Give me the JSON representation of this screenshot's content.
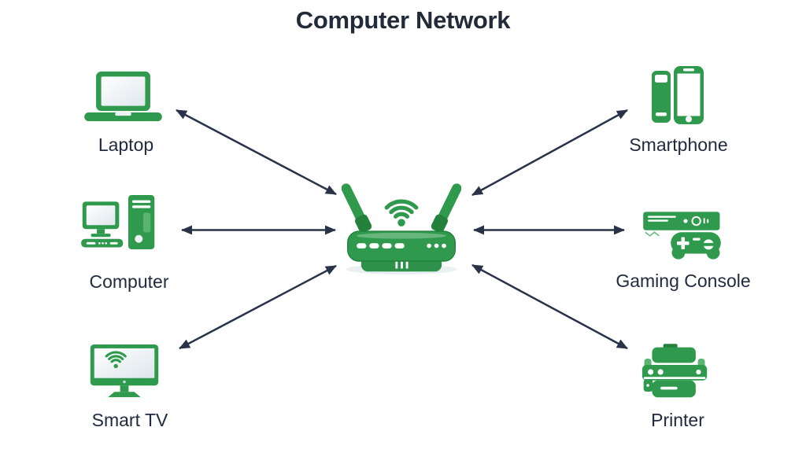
{
  "title": "Computer Network",
  "colors": {
    "green": "#2f9a4d",
    "green_dark": "#23813c",
    "green_light": "#5ab573",
    "ink": "#283349",
    "text": "#202b3e",
    "background": "#ffffff"
  },
  "hub": {
    "id": "router",
    "icon": "wifi-router-icon"
  },
  "nodes": [
    {
      "id": "laptop",
      "label": "Laptop",
      "icon": "laptop-icon",
      "side": "left"
    },
    {
      "id": "computer",
      "label": "Computer",
      "icon": "desktop-computer-icon",
      "side": "left"
    },
    {
      "id": "smart-tv",
      "label": "Smart TV",
      "icon": "smart-tv-icon",
      "side": "left"
    },
    {
      "id": "smartphone",
      "label": "Smartphone",
      "icon": "smartphone-icon",
      "side": "right"
    },
    {
      "id": "gaming-console",
      "label": "Gaming Console",
      "icon": "gaming-console-icon",
      "side": "right"
    },
    {
      "id": "printer",
      "label": "Printer",
      "icon": "printer-icon",
      "side": "right"
    }
  ],
  "connections": [
    {
      "from": "laptop",
      "to": "router",
      "bidirectional": true
    },
    {
      "from": "computer",
      "to": "router",
      "bidirectional": true
    },
    {
      "from": "smart-tv",
      "to": "router",
      "bidirectional": true
    },
    {
      "from": "smartphone",
      "to": "router",
      "bidirectional": true
    },
    {
      "from": "gaming-console",
      "to": "router",
      "bidirectional": true
    },
    {
      "from": "printer",
      "to": "router",
      "bidirectional": true
    }
  ]
}
